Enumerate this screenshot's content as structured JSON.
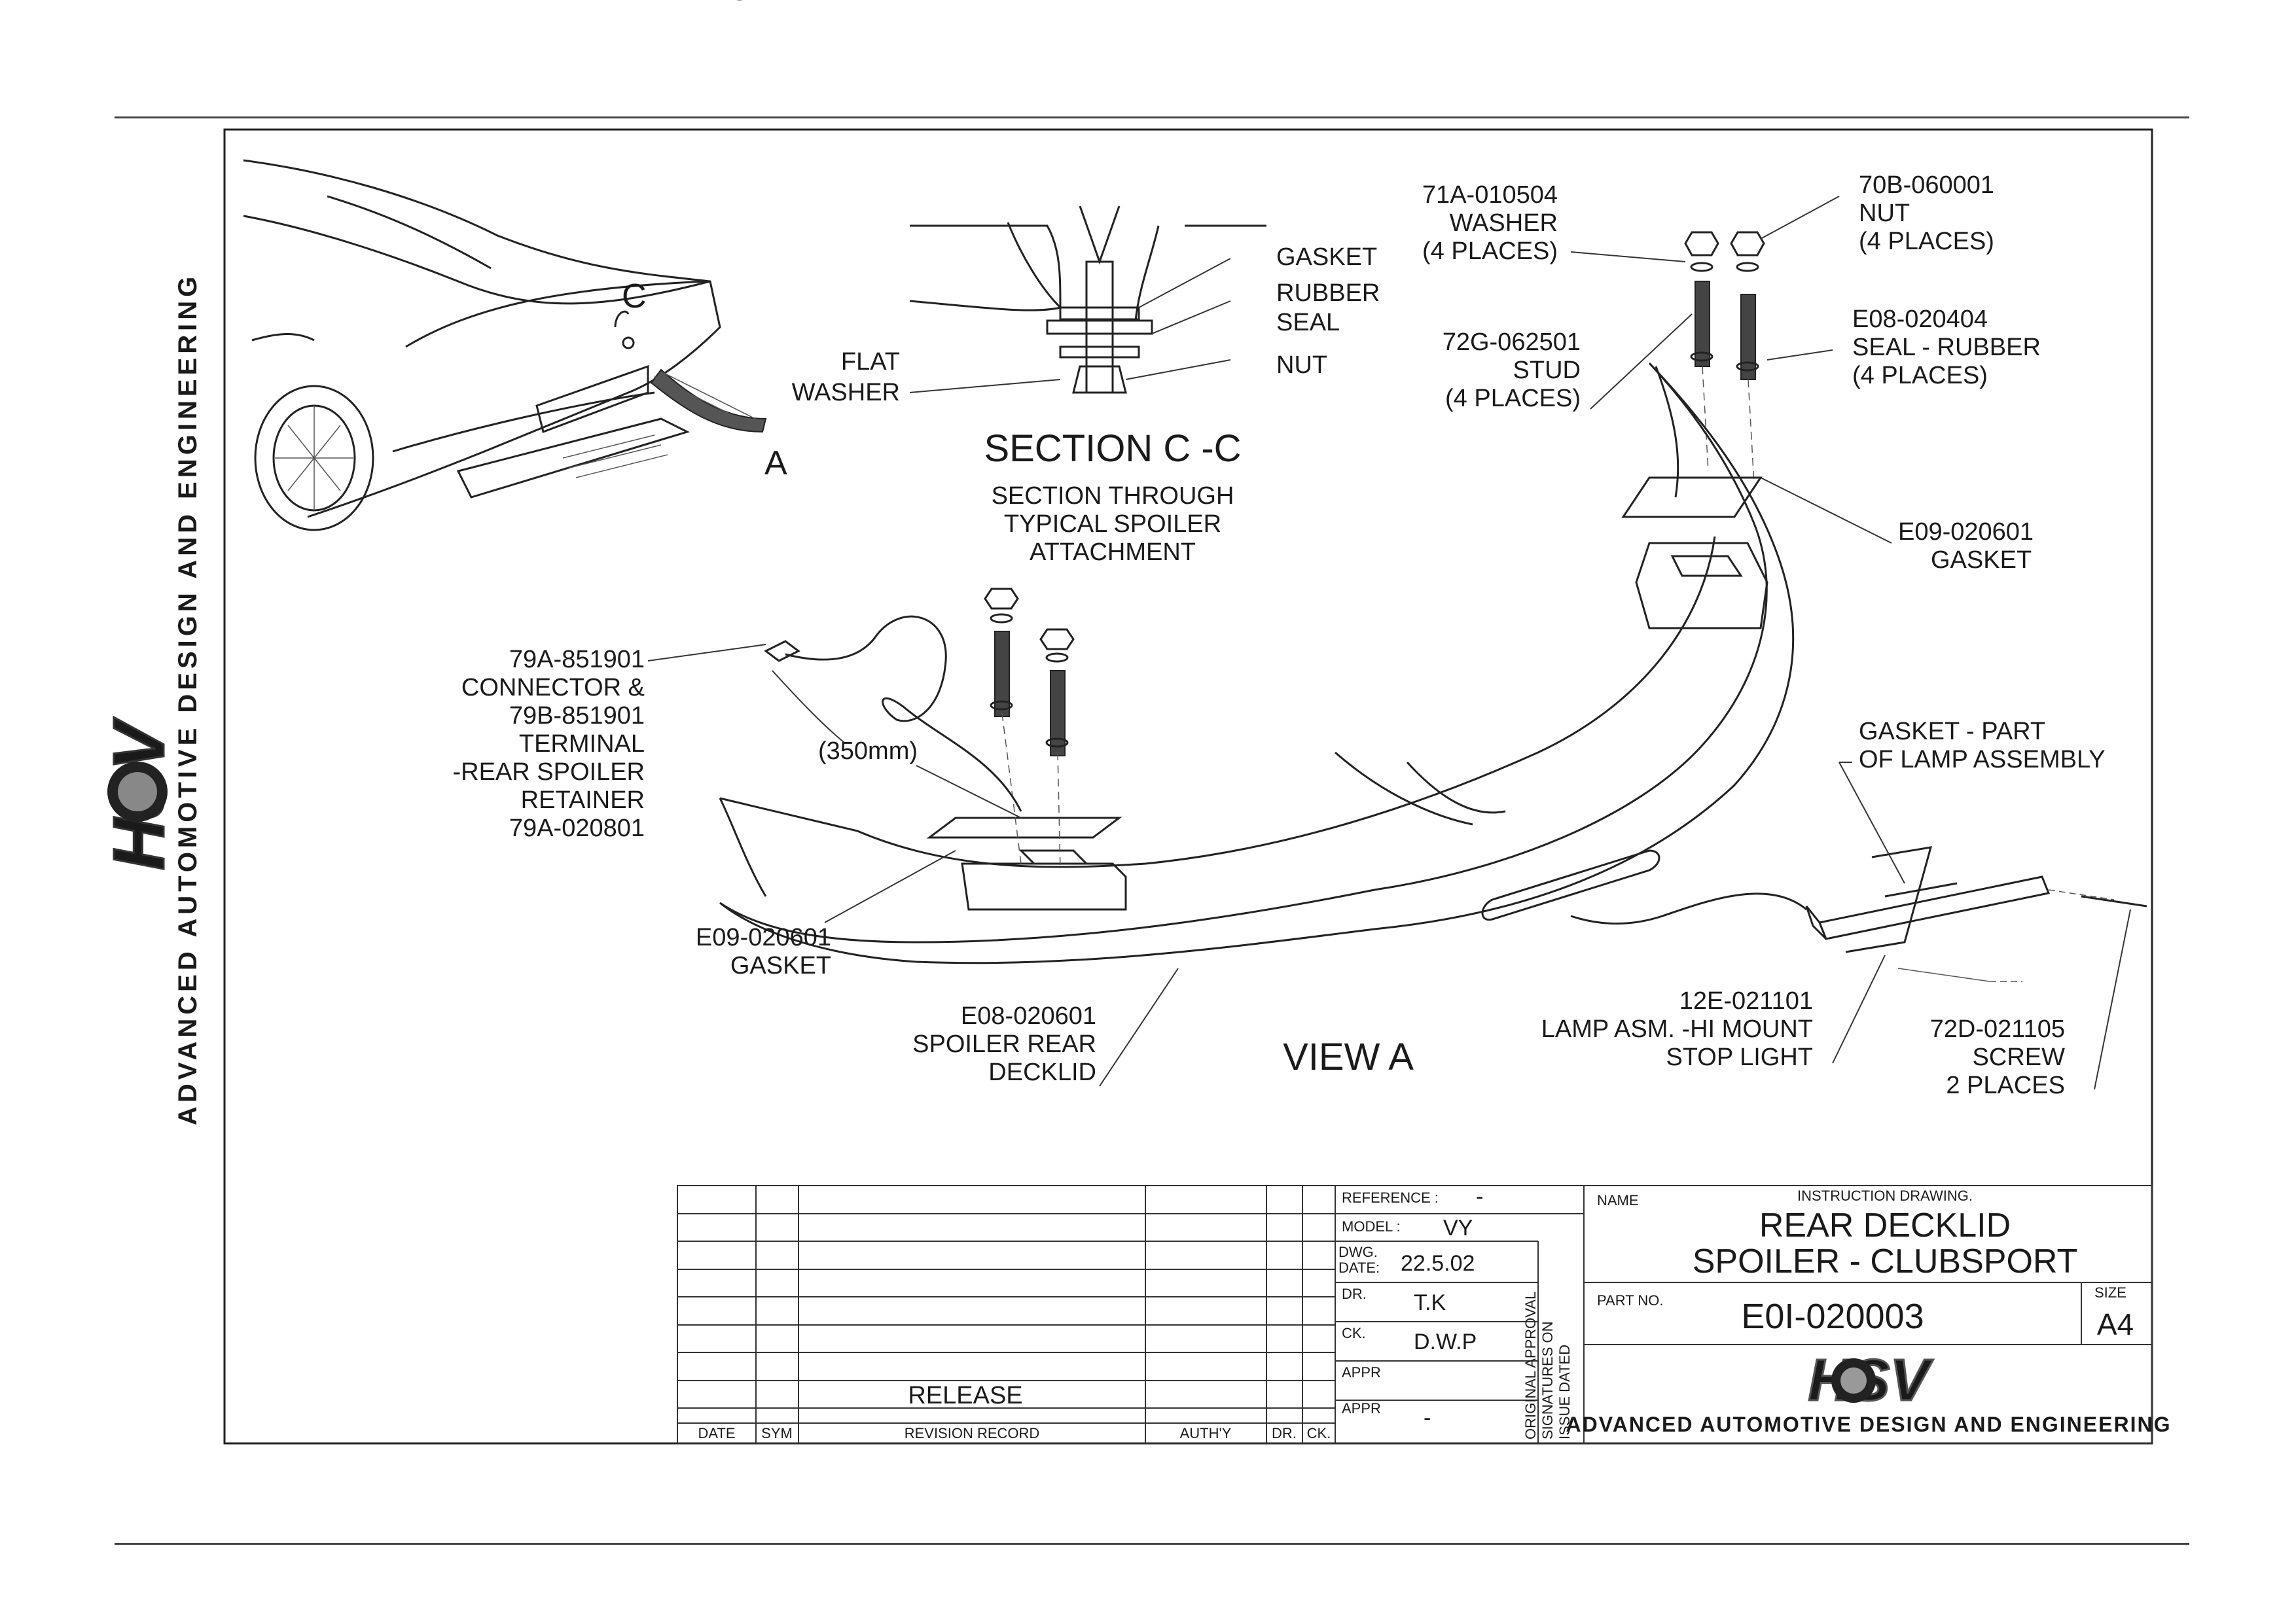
{
  "company": {
    "tagline": "ADVANCED AUTOMOTIVE DESIGN AND ENGINEERING",
    "logo_text": "HSV"
  },
  "section": {
    "title": "SECTION C -C",
    "subtitle_line1": "SECTION THROUGH",
    "subtitle_line2": "TYPICAL SPOILER",
    "subtitle_line3": "ATTACHMENT",
    "gasket": "GASKET",
    "rubber_seal_line1": "RUBBER",
    "rubber_seal_line2": "SEAL",
    "nut": "NUT",
    "flat_washer_line1": "FLAT",
    "flat_washer_line2": "WASHER"
  },
  "car_view": {
    "c_upper": "C",
    "c_lower": "C",
    "view_arrow": "A"
  },
  "view_title": "VIEW A",
  "callouts": {
    "washer": {
      "part": "71A-010504",
      "name": "WASHER",
      "qty": "(4 PLACES)"
    },
    "nut": {
      "part": "70B-060001",
      "name": "NUT",
      "qty": "(4 PLACES)"
    },
    "stud": {
      "part": "72G-062501",
      "name": "STUD",
      "qty": "(4 PLACES)"
    },
    "seal": {
      "part": "E08-020404",
      "name": "SEAL - RUBBER",
      "qty": "(4 PLACES)"
    },
    "gasket_right": {
      "part": "E09-020601",
      "name": "GASKET"
    },
    "connector": {
      "line1": "79A-851901",
      "line2": "CONNECTOR &",
      "line3": "79B-851901",
      "line4": "TERMINAL",
      "line5": "-REAR SPOILER",
      "line6": "RETAINER",
      "line7": "79A-020801"
    },
    "cable_length": "(350mm)",
    "gasket_left": {
      "part": "E09-020601",
      "name": "GASKET"
    },
    "spoiler": {
      "part": "E08-020601",
      "line2": "SPOILER REAR",
      "line3": "DECKLID"
    },
    "lamp_gasket": {
      "line1": "GASKET - PART",
      "line2": "OF LAMP ASSEMBLY"
    },
    "lamp": {
      "part": "12E-021101",
      "line2": "LAMP ASM. -HI MOUNT",
      "line3": "STOP LIGHT"
    },
    "screw": {
      "part": "72D-021105",
      "name": "SCREW",
      "qty": "2 PLACES"
    }
  },
  "title_block": {
    "reference_label": "REFERENCE :",
    "reference_value": "-",
    "model_label": "MODEL :",
    "model_value": "VY",
    "dwg_label_line1": "DWG.",
    "dwg_label_line2": "DATE:",
    "dwg_date": "22.5.02",
    "dr_label": "DR.",
    "dr_value": "T.K",
    "ck_label": "CK.",
    "ck_value": "D.W.P",
    "appr_label_1": "APPR",
    "appr_label_2": "APPR",
    "appr_value_2": "-",
    "approval_note_line1": "ORIGINAL APPROVAL",
    "approval_note_line2": "SIGNATURES ON",
    "approval_note_line3": "ISSUE DATED",
    "name_label": "NAME",
    "instruction_label": "INSTRUCTION DRAWING.",
    "name_line1": "REAR DECKLID",
    "name_line2": "SPOILER - CLUBSPORT",
    "part_no_label": "PART NO.",
    "part_no": "E0I-020003",
    "size_label": "SIZE",
    "size_value": "A4",
    "release": "RELEASE",
    "col_date": "DATE",
    "col_sym": "SYM",
    "col_revision": "REVISION RECORD",
    "col_authy": "AUTH'Y",
    "col_dr": "DR.",
    "col_ck": "CK."
  }
}
